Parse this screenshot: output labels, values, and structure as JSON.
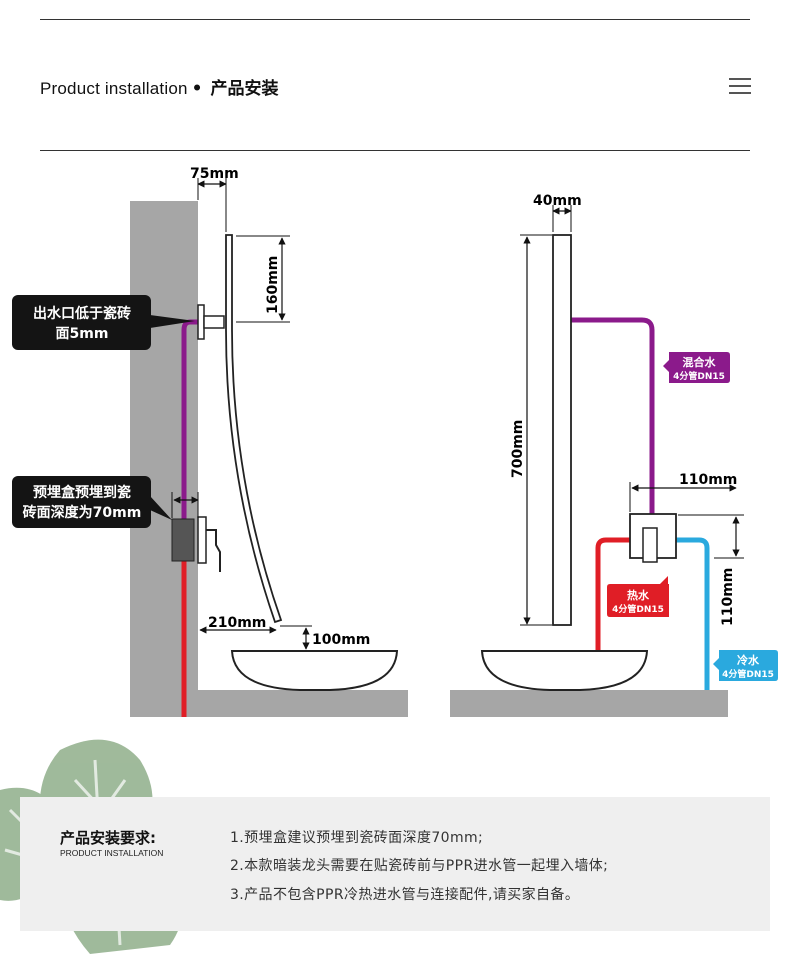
{
  "header": {
    "title_en": "Product installation",
    "separator": "•",
    "title_cn": "产品安装"
  },
  "diagram_left": {
    "dim_top": "75mm",
    "dim_spout_height": "160mm",
    "dim_spout_reach": "210mm",
    "dim_basin_gap": "100mm",
    "callout_outlet_line1": "出水口低于瓷砖",
    "callout_outlet_line2": "面5mm",
    "callout_box_line1": "预埋盒预埋到瓷",
    "callout_box_line2": "砖面深度为70mm"
  },
  "diagram_right": {
    "dim_top": "40mm",
    "dim_height": "700mm",
    "dim_box_width": "110mm",
    "dim_box_height": "110mm",
    "tag_mixed_line1": "混合水",
    "tag_mixed_line2": "4分管DN15",
    "tag_hot_line1": "热水",
    "tag_hot_line2": "4分管DN15",
    "tag_cold_line1": "冷水",
    "tag_cold_line2": "4分管DN15"
  },
  "notes": {
    "title": "产品安装要求:",
    "subtitle": "PRODUCT INSTALLATION",
    "items": [
      "1.预埋盒建议预埋到瓷砖面深度70mm;",
      "2.本款暗装龙头需要在贴瓷砖前与PPR进水管一起埋入墙体;",
      "3.产品不包含PPR冷热进水管与连接配件,请买家自备。"
    ]
  },
  "colors": {
    "wall": "#a6a6a6",
    "pipe_mixed": "#8b1a8b",
    "pipe_hot": "#e01e26",
    "pipe_cold": "#2aa9de",
    "callout_bg": "#141414",
    "note_bg": "#efefef",
    "leaf": "#8fae8a"
  }
}
